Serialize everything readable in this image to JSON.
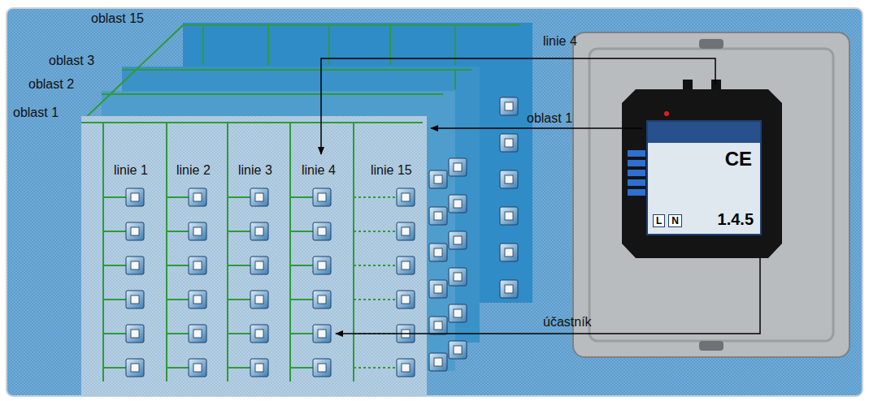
{
  "diagram": {
    "nodes": [
      {
        "text": [
          "CE",
          "L",
          "N",
          "1.4.5"
        ]
      }
    ],
    "labels": [
      "oblast 15",
      "oblast 3",
      "oblast 2",
      "oblast 1",
      "linie 4",
      "oblast 1",
      "účastník",
      "linie 1",
      "linie 2",
      "linie 3",
      "linie 4",
      "linie 15"
    ]
  }
}
